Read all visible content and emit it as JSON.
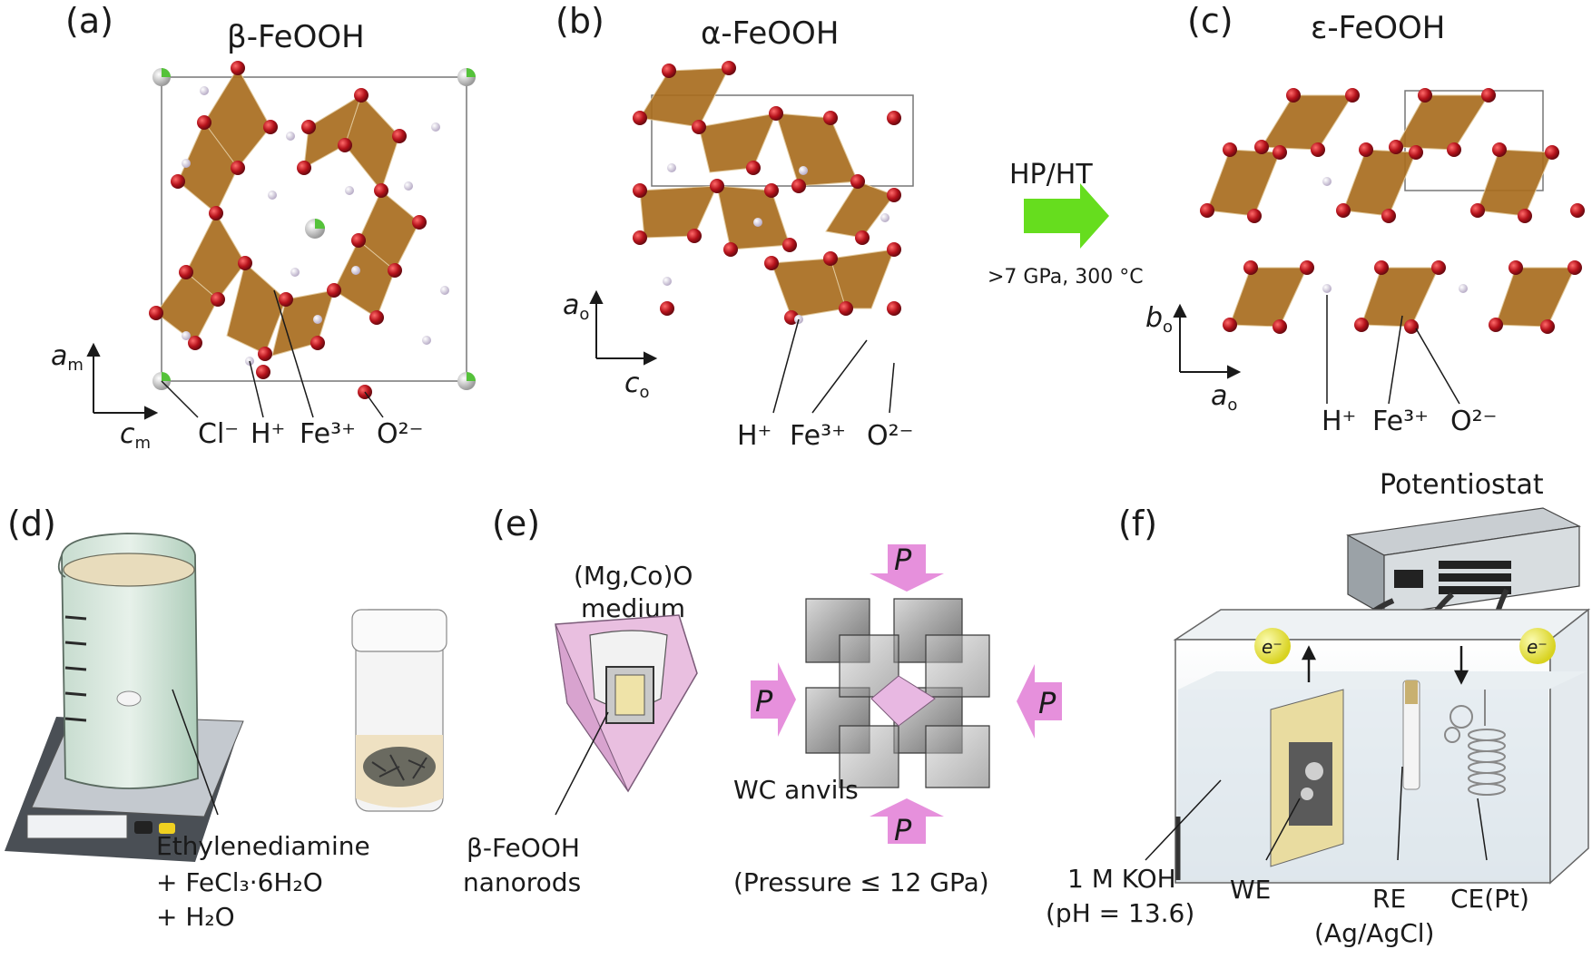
{
  "panels": {
    "a": {
      "letter": "(a)",
      "title": "β-FeOOH",
      "ions": [
        "Cl⁻",
        "H⁺",
        "Fe³⁺",
        "O²⁻"
      ],
      "axis_x": "c",
      "axis_x_sub": "m",
      "axis_y": "a",
      "axis_y_sub": "m"
    },
    "b": {
      "letter": "(b)",
      "title": "α-FeOOH",
      "ions": [
        "H⁺",
        "Fe³⁺",
        "O²⁻"
      ],
      "axis_x": "c",
      "axis_x_sub": "o",
      "axis_y": "a",
      "axis_y_sub": "o"
    },
    "c": {
      "letter": "(c)",
      "title": "ε-FeOOH",
      "ions": [
        "H⁺",
        "Fe³⁺",
        "O²⁻"
      ],
      "axis_x": "a",
      "axis_x_sub": "o",
      "axis_y": "b",
      "axis_y_sub": "o"
    },
    "d": {
      "letter": "(d)",
      "reagent_1": "Ethylenediamine",
      "reagent_2": "+ FeCl₃·6H₂O",
      "reagent_3": "+ H₂O"
    },
    "e": {
      "letter": "(e)",
      "medium_1": "(Mg,Co)O",
      "medium_2": "medium",
      "sample_1": "β-FeOOH",
      "sample_2": "nanorods",
      "pressure_symbol": "P",
      "anvils": "WC anvils",
      "pressure_range": "(Pressure ≤ 12 GPa)"
    },
    "f": {
      "letter": "(f)",
      "potentiostat": "Potentiostat",
      "electron": "e⁻",
      "electrolyte_1": "1 M KOH",
      "electrolyte_2": "(pH = 13.6)",
      "we": "WE",
      "re_1": "RE",
      "re_2": "(Ag/AgCl)",
      "ce": "CE(Pt)"
    }
  },
  "transition": {
    "label": "HP/HT",
    "condition": ">7 GPa, 300 °C"
  },
  "colors": {
    "octahedron": "#a86d1e",
    "octahedron_dark": "#7d4e12",
    "oxygen": "#b5121b",
    "hydrogen": "#d8cfe0",
    "chlorine": "#55c23a",
    "arrow_green": "#66dd1e",
    "pressure_pink": "#e690dc",
    "electron_yellow": "#e8e23a"
  }
}
